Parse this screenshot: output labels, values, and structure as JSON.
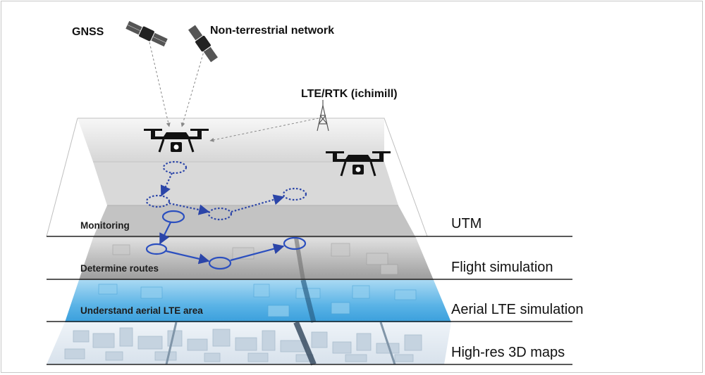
{
  "title_labels": {
    "gnss": "GNSS",
    "ntn": "Non-terrestrial network",
    "lte_rtk": "LTE/RTK (ichimill)"
  },
  "layers": [
    {
      "id": "utm",
      "label": "UTM",
      "inner_label": "Monitoring"
    },
    {
      "id": "flight",
      "label": "Flight simulation",
      "inner_label": "Determine routes"
    },
    {
      "id": "aerial",
      "label": "Aerial LTE simulation",
      "inner_label": "Understand aerial LTE area"
    },
    {
      "id": "maps",
      "label": "High-res 3D maps",
      "inner_label": ""
    }
  ],
  "icons": {
    "satellite_1": "satellite-icon",
    "satellite_2": "satellite-icon",
    "tower": "radio-tower-icon",
    "drone_main": "drone-icon",
    "drone_secondary": "drone-icon"
  },
  "colors": {
    "route_dark": "#2b45a8",
    "route_blue": "#2b4fbf",
    "lte_layer": "#5fb8e8",
    "text": "#111111"
  }
}
